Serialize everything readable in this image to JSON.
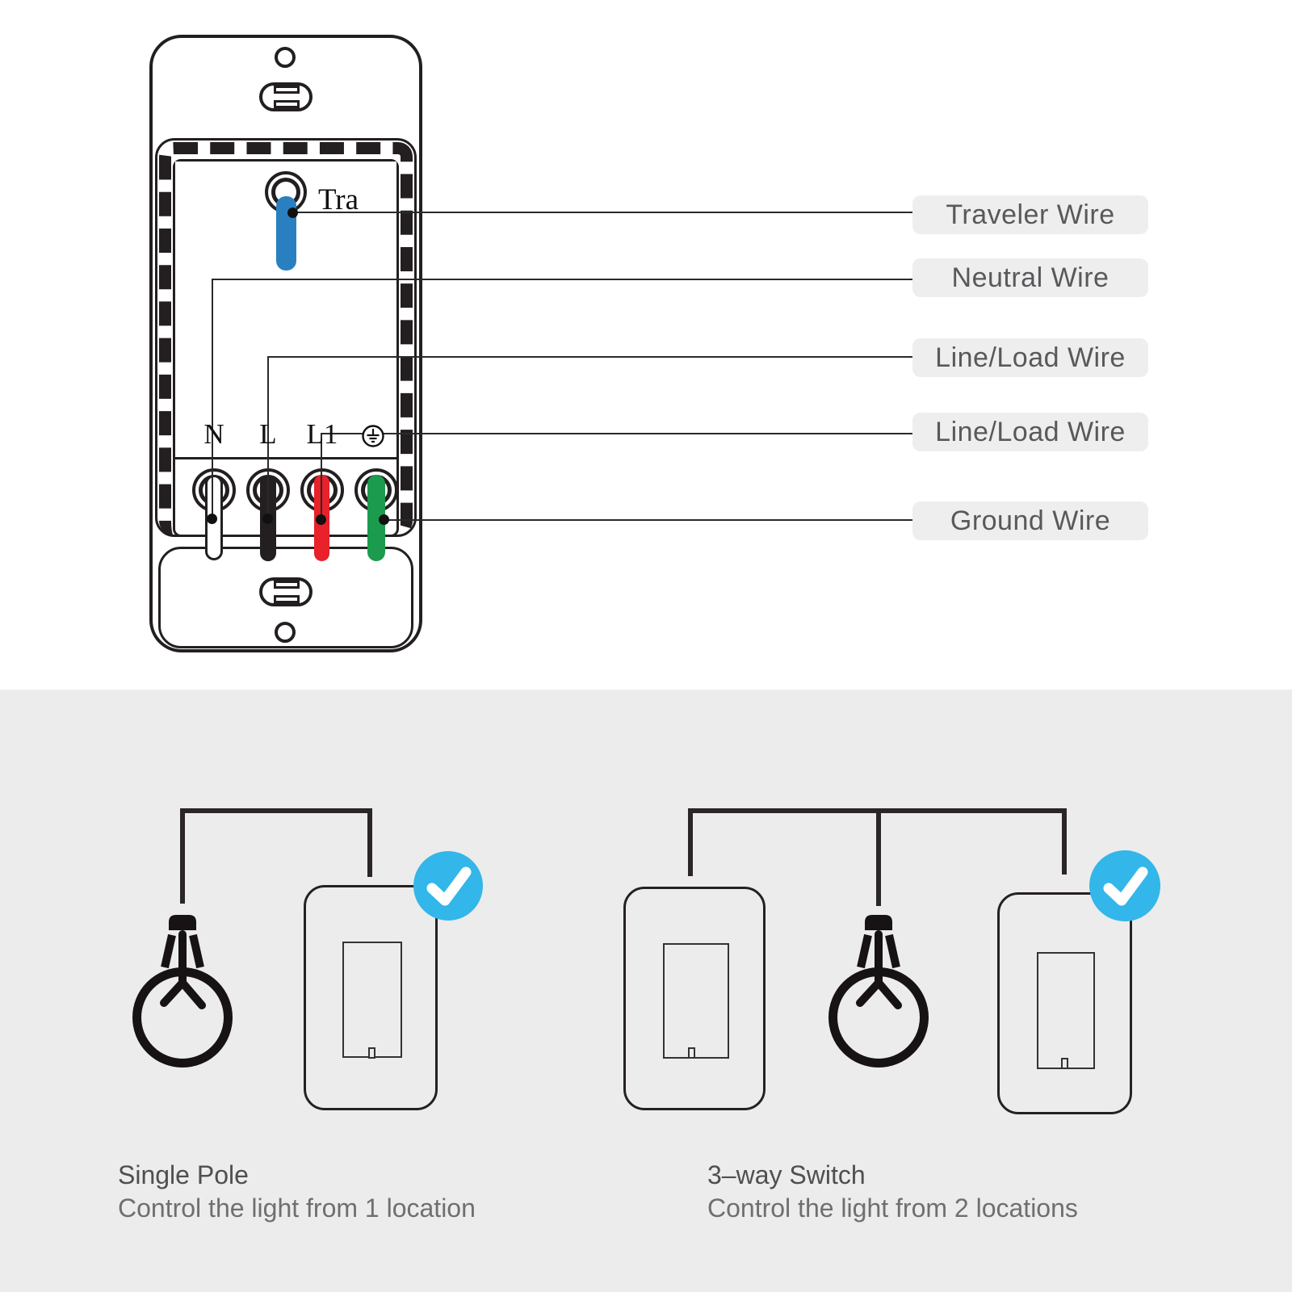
{
  "wire_labels": [
    "Traveler Wire",
    "Neutral Wire",
    "Line/Load Wire",
    "Line/Load Wire",
    "Ground Wire"
  ],
  "device": {
    "terminals": {
      "traveler": "Tra",
      "neutral": "N",
      "line": "L",
      "load": "L1"
    },
    "ground_symbol": "earth-ground-icon"
  },
  "scenarios": {
    "single_pole": {
      "title": "Single Pole",
      "subtitle": "Control the light from 1 location"
    },
    "three_way": {
      "title": "3–way Switch",
      "subtitle": "Control the light from 2 locations"
    }
  },
  "colors": {
    "ink": "#231f20",
    "wire-blue": "#2a7fc1",
    "wire-red": "#e8212a",
    "wire-green": "#1b9b4e",
    "accent-blue": "#33b6ea",
    "label-bg": "#eeeeee",
    "label-text": "#58595b",
    "section-bg": "#ececec",
    "title-text": "#4f4f4f",
    "subtitle-text": "#6f6f6f"
  }
}
